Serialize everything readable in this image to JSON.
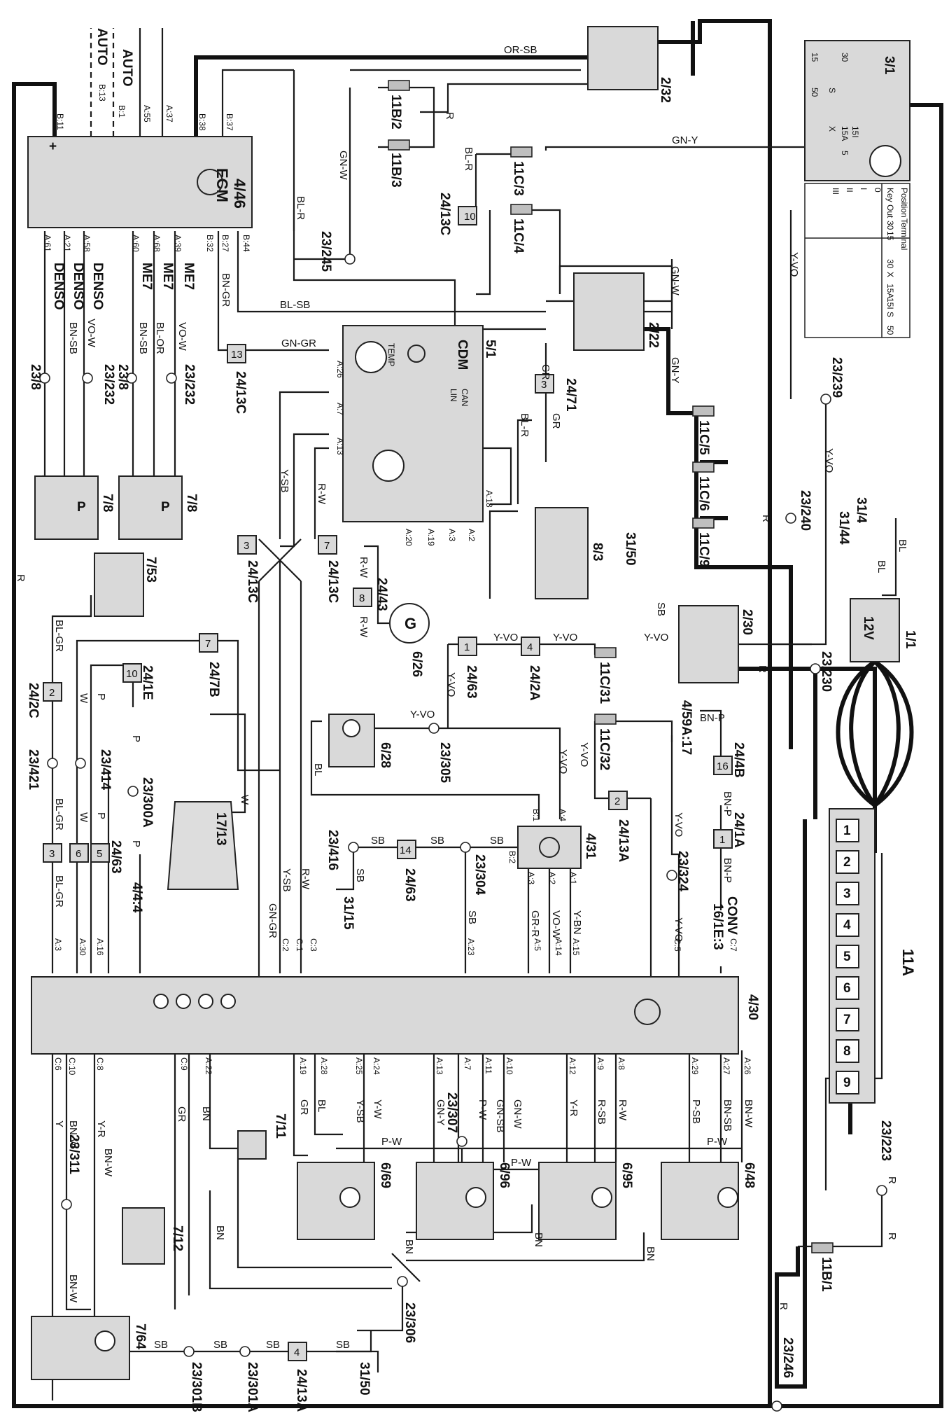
{
  "components": {
    "ecm": {
      "id": "4/46",
      "name": "ECM"
    },
    "cem": {
      "id": "4/30"
    },
    "cdm": {
      "id": "5/1",
      "name": "CDM",
      "temp": "TEMP"
    },
    "ignition_switch": {
      "id": "3/1"
    },
    "battery": {
      "id": "1/1",
      "voltage": "12V"
    },
    "fuse_box": {
      "id": "11A"
    },
    "relay_232": {
      "id": "2/32"
    },
    "relay_222": {
      "id": "2/22"
    },
    "relay_230": {
      "id": "2/30"
    },
    "sensor_78a": {
      "id": "7/8"
    },
    "sensor_78b": {
      "id": "7/8"
    },
    "sensor_753": {
      "id": "7/53"
    },
    "sensor_83": {
      "id": "8/3"
    },
    "generator": {
      "id": "6/26",
      "symbol": "G"
    },
    "fan_628": {
      "id": "6/28"
    },
    "control_431": {
      "id": "4/31"
    },
    "diag_1713": {
      "id": "17/13"
    },
    "sensor_711": {
      "id": "7/11"
    },
    "sensor_712": {
      "id": "7/12"
    },
    "fan_764": {
      "id": "7/64"
    },
    "motor_669": {
      "id": "6/69"
    },
    "motor_696": {
      "id": "6/96"
    },
    "motor_695": {
      "id": "6/95"
    },
    "motor_648": {
      "id": "6/48"
    }
  },
  "ignition_table": {
    "header_position": "Position",
    "header_terminal": "Terminal",
    "positions": [
      "Key Out",
      "0",
      "I",
      "II",
      "III"
    ],
    "terminals_a": [
      "30",
      "15"
    ],
    "terminals_b": [
      "30",
      "X",
      "15A",
      "15I",
      "S",
      "50"
    ],
    "switch_labels": [
      "30",
      "15",
      "50",
      "S",
      "X",
      "15A",
      "15I",
      "5"
    ]
  },
  "fuses": {
    "f11b2": "11B/2",
    "f11b3": "11B/3",
    "f11c3": "11C/3",
    "f11c4": "11C/4",
    "f11c5": "11C/5",
    "f11c6": "11C/6",
    "f11c9": "11C/9",
    "f11c31": "11C/31",
    "f11c32": "11C/32",
    "f11b1": "11B/1",
    "fuse_slots": [
      "1",
      "2",
      "3",
      "4",
      "5",
      "6",
      "7",
      "8",
      "9"
    ]
  },
  "connectors": {
    "c2413c_top": {
      "ref": "24/13C",
      "num": "10"
    },
    "c2413c_gngr": {
      "ref": "24/13C",
      "num": "13"
    },
    "c2471": {
      "ref": "24/71",
      "num": "3"
    },
    "c2413c_ysb": {
      "ref": "24/13C",
      "num": "3"
    },
    "c2413c_rw": {
      "ref": "24/13C",
      "num": "7"
    },
    "c2443": {
      "ref": "24/43",
      "num": "8"
    },
    "c2463_top": {
      "ref": "24/63",
      "num": "1"
    },
    "c242a": {
      "ref": "24/2A",
      "num": "4"
    },
    "c247b": {
      "ref": "24/7B",
      "num": "7"
    },
    "c242c": {
      "ref": "24/2C",
      "num": "2"
    },
    "c241e": {
      "ref": "24/1E",
      "num": "10"
    },
    "c244b": {
      "ref": "24/4B",
      "num": "16"
    },
    "c2413a_mid": {
      "ref": "24/13A",
      "num": "2"
    },
    "c241a": {
      "ref": "24/1A",
      "num": "1"
    },
    "c2463_sb": {
      "ref": "24/63",
      "num": "14"
    },
    "c2463_left": {
      "ref": "24/63",
      "nums": [
        "3",
        "6",
        "5"
      ]
    },
    "c2413a_bot": {
      "ref": "24/13A",
      "num": "4"
    }
  },
  "splices": {
    "s23245": "23/245",
    "s23239": "23/239",
    "s23240": "23/240",
    "s23230": "23/230",
    "s238a": "23/8",
    "s23232a": "23/232",
    "s238b": "23/8",
    "s23232b": "23/232",
    "s23421": "23/421",
    "s23414": "23/414",
    "s23300a": "23/300A",
    "s23305": "23/305",
    "s23416": "23/416",
    "s23304": "23/304",
    "s23324": "23/324",
    "s23223": "23/223",
    "s23307": "23/307",
    "s23311": "23/311",
    "s23306": "23/306",
    "s23301b": "23/301B",
    "s23301a": "23/301A",
    "s23246": "23/246"
  },
  "grounds": {
    "g3150a": "31/50",
    "g3150b": "31/50",
    "g3115": "31/15",
    "g314": "31/4",
    "g3144": "31/44"
  },
  "refs": {
    "r459a": "4/59A:17",
    "r161e": "16/1E:3",
    "conv": "CONV",
    "r444": "4/4:4"
  },
  "ecm_top_pins": [
    "B:11",
    "B:13",
    "B:1",
    "A:55",
    "A:37",
    "B:38",
    "B:37"
  ],
  "ecm_top_tags": {
    "auto1": "AUTO",
    "auto2": "AUTO"
  },
  "ecm_bottom_pins": [
    "A:61",
    "A:21",
    "A:58",
    "A:60",
    "A:68",
    "A:39",
    "B:32",
    "B:27",
    "B:44"
  ],
  "engine_labels": [
    "DENSO",
    "DENSO",
    "DENSO",
    "ME7",
    "ME7",
    "ME7"
  ],
  "cdm_pins": [
    "A:26",
    "A:7",
    "A:13",
    "A:18",
    "A:20",
    "A:19",
    "A:3",
    "A:2"
  ],
  "cdm_can_labels": [
    "LIN",
    "CAN"
  ],
  "cem_top_pins": [
    "A:3",
    "A:30",
    "A:16",
    "C:2",
    "C:1",
    "C:3",
    "A:23",
    "A:5",
    "A:14",
    "A:15",
    "C:5",
    "C:7"
  ],
  "cem_bottom_pins": [
    "C:6",
    "C:10",
    "C:8",
    "C:9",
    "A:22",
    "A:19",
    "A:28",
    "A:25",
    "A:24",
    "A:13",
    "A:7",
    "A:11",
    "A:10",
    "A:12",
    "A:9",
    "A:8",
    "A:29",
    "A:27",
    "A:26"
  ],
  "control431_pins": [
    "B:1",
    "A:4",
    "B:2",
    "A:3",
    "A:2",
    "A:1"
  ],
  "wire_colors": {
    "orsb": "OR-SB",
    "gny": "GN-Y",
    "gnw": "GN-W",
    "blr": "BL-R",
    "r": "R",
    "blsb": "BL-SB",
    "bngr": "BN-GR",
    "gngr": "GN-GR",
    "ysb": "Y-SB",
    "rw": "R-W",
    "gr": "GR",
    "yvo": "Y-VO",
    "bl": "BL",
    "blgr": "BL-GR",
    "w": "W",
    "p": "P",
    "bnp": "BN-P",
    "sb": "SB",
    "grr": "GR-R",
    "vow": "VO-W",
    "ybn": "Y-BN",
    "bnsb": "BN-SB",
    "blor": "BL-OR",
    "vo_w": "VO-W",
    "y": "Y",
    "bnw": "BN-W",
    "yr": "Y-R",
    "bn": "BN",
    "yw": "Y-W",
    "gny2": "GN-Y",
    "pw": "P-W",
    "gnsb": "GN-SB",
    "rsb": "R-SB",
    "psb": "P-SB"
  }
}
